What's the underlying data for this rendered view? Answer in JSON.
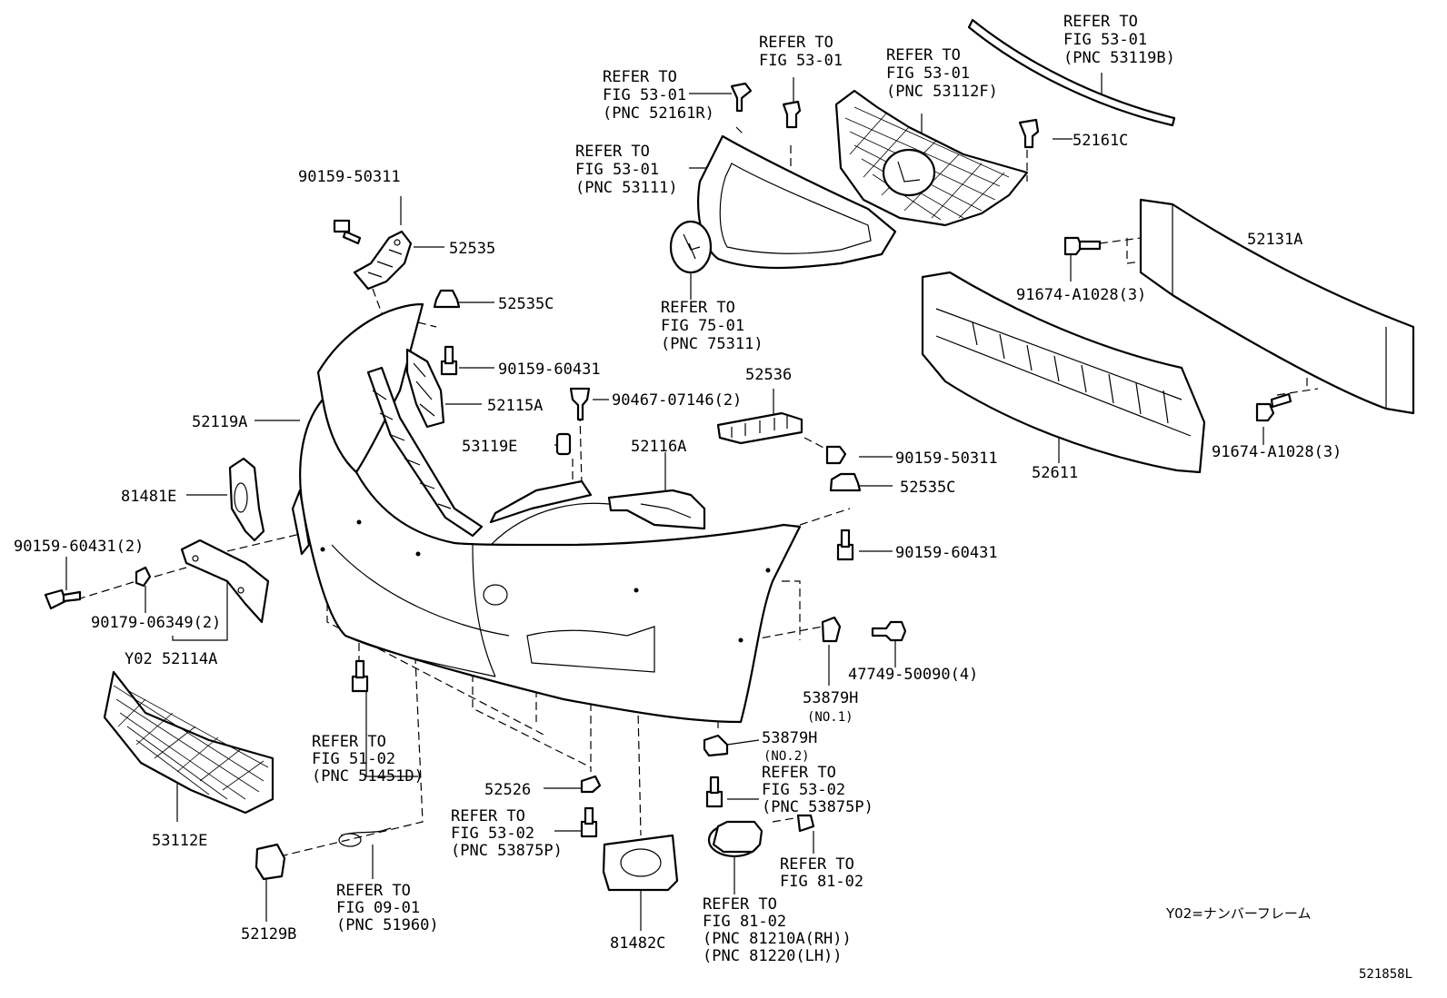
{
  "labels": {
    "ref_52161r": [
      "REFER TO",
      "FIG 53-01",
      "(PNC 52161R)"
    ],
    "ref_53111": [
      "REFER TO",
      "FIG 53-01",
      "(PNC 53111)"
    ],
    "ref_top_center": [
      "REFER TO",
      "FIG 53-01"
    ],
    "ref_53112f": [
      "REFER TO",
      "FIG 53-01",
      "(PNC 53112F)"
    ],
    "ref_53119b": [
      "REFER TO",
      "FIG 53-01",
      "(PNC 53119B)"
    ],
    "ref_75311": [
      "REFER TO",
      "FIG 75-01",
      "(PNC 75311)"
    ],
    "ref_51451d": [
      "REFER TO",
      "FIG 51-02",
      "(PNC 51451D)"
    ],
    "ref_53875p_left": [
      "REFER TO",
      "FIG 53-02",
      "(PNC 53875P)"
    ],
    "ref_53875p_right": [
      "REFER TO",
      "FIG 53-02",
      "(PNC 53875P)"
    ],
    "ref_51960": [
      "REFER TO",
      "FIG 09-01",
      "(PNC 51960)"
    ],
    "ref_81_02": [
      "REFER TO",
      "FIG 81-02"
    ],
    "ref_81210a": [
      "REFER TO",
      "FIG 81-02",
      "(PNC 81210A(RH))",
      "(PNC 81220(LH))"
    ]
  },
  "parts": {
    "p_90159_50311_top": "90159-50311",
    "p_52535": "52535",
    "p_52535c_top": "52535C",
    "p_90159_60431_mid": "90159-60431",
    "p_52115a": "52115A",
    "p_90467_07146": "90467-07146(2)",
    "p_52119a": "52119A",
    "p_53119e": "53119E",
    "p_52116a": "52116A",
    "p_52536": "52536",
    "p_90159_50311_right": "90159-50311",
    "p_52535c_right": "52535C",
    "p_90159_60431_right": "90159-60431",
    "p_81481e": "81481E",
    "p_90159_60431_2": "90159-60431(2)",
    "p_90179_06349_2": "90179-06349(2)",
    "p_y02_52114a": "Y02 52114A",
    "p_52161c": "52161C",
    "p_52131a": "52131A",
    "p_91674_top": "91674-A1028(3)",
    "p_91674_bottom": "91674-A1028(3)",
    "p_52611": "52611",
    "p_53879h_no1": "53879H",
    "p_no1": "(NO.1)",
    "p_47749": "47749-50090(4)",
    "p_53879h_no2": "53879H",
    "p_no2": "(NO.2)",
    "p_52526": "52526",
    "p_53112e": "53112E",
    "p_52129b": "52129B",
    "p_81482c": "81482C"
  },
  "note": "Y02=ナンバーフレーム",
  "figure_code": "521858L"
}
